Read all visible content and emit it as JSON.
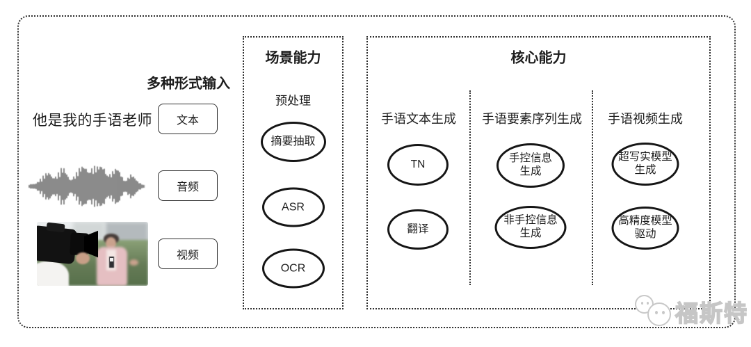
{
  "input_section": {
    "heading": "多种形式输入",
    "text_example": "他是我的手语老师",
    "types": [
      {
        "label": "文本"
      },
      {
        "label": "音频"
      },
      {
        "label": "视频"
      }
    ]
  },
  "scene_box": {
    "title": "场景能力",
    "subtitle": "预处理",
    "nodes": [
      "摘要抽取",
      "ASR",
      "OCR"
    ]
  },
  "core_box": {
    "title": "核心能力",
    "columns": [
      {
        "header": "手语文本生成",
        "nodes": [
          "TN",
          "翻译"
        ]
      },
      {
        "header": "手语要素序列生成",
        "nodes": [
          "手控信息\n生成",
          "非手控信息\n生成"
        ]
      },
      {
        "header": "手语视频生成",
        "nodes": [
          "超写实模型\n生成",
          "高精度模型\n驱动"
        ]
      }
    ]
  },
  "watermark": {
    "text": "福斯特"
  },
  "icons": {
    "audio": "audio-waveform-icon",
    "video": "video-still-thumbnail",
    "watermark": "chat-mascot-icon"
  },
  "colors": {
    "dashed_border": "#2e2e2e",
    "node_border": "#151515",
    "text": "#1c1c1c",
    "watermark": "#c8c8c8"
  }
}
